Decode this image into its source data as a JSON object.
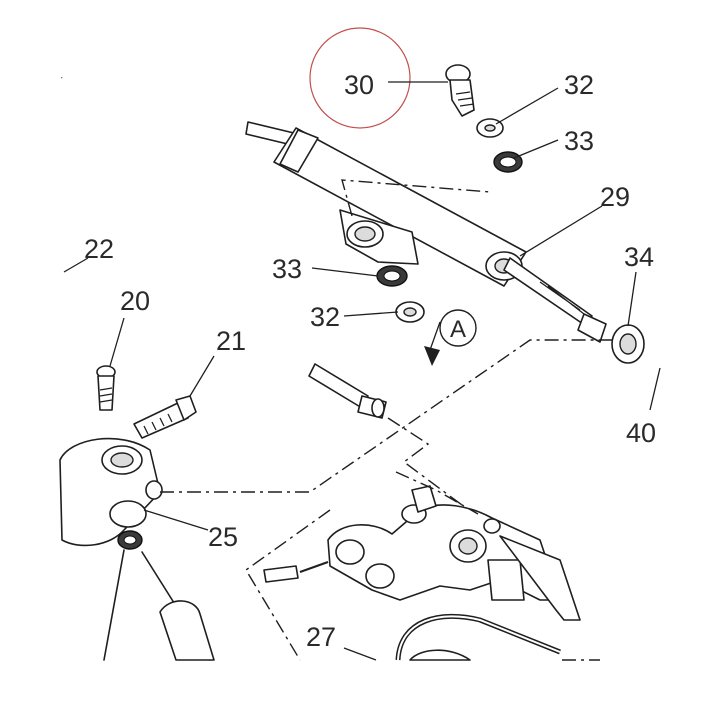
{
  "diagram": {
    "callouts": [
      {
        "key": "c30",
        "label": "30"
      },
      {
        "key": "c32a",
        "label": "32"
      },
      {
        "key": "c33a",
        "label": "33"
      },
      {
        "key": "c29",
        "label": "29"
      },
      {
        "key": "c34",
        "label": "34"
      },
      {
        "key": "c22",
        "label": "22"
      },
      {
        "key": "c20",
        "label": "20"
      },
      {
        "key": "c21",
        "label": "21"
      },
      {
        "key": "c33b",
        "label": "33"
      },
      {
        "key": "c32b",
        "label": "32"
      },
      {
        "key": "c40",
        "label": "40"
      },
      {
        "key": "c25",
        "label": "25"
      },
      {
        "key": "c27",
        "label": "27"
      }
    ],
    "view_marker": "A",
    "colors": {
      "line": "#1f1f1f",
      "highlight_circle": "#c0504d",
      "text": "#2a2a2a"
    }
  }
}
